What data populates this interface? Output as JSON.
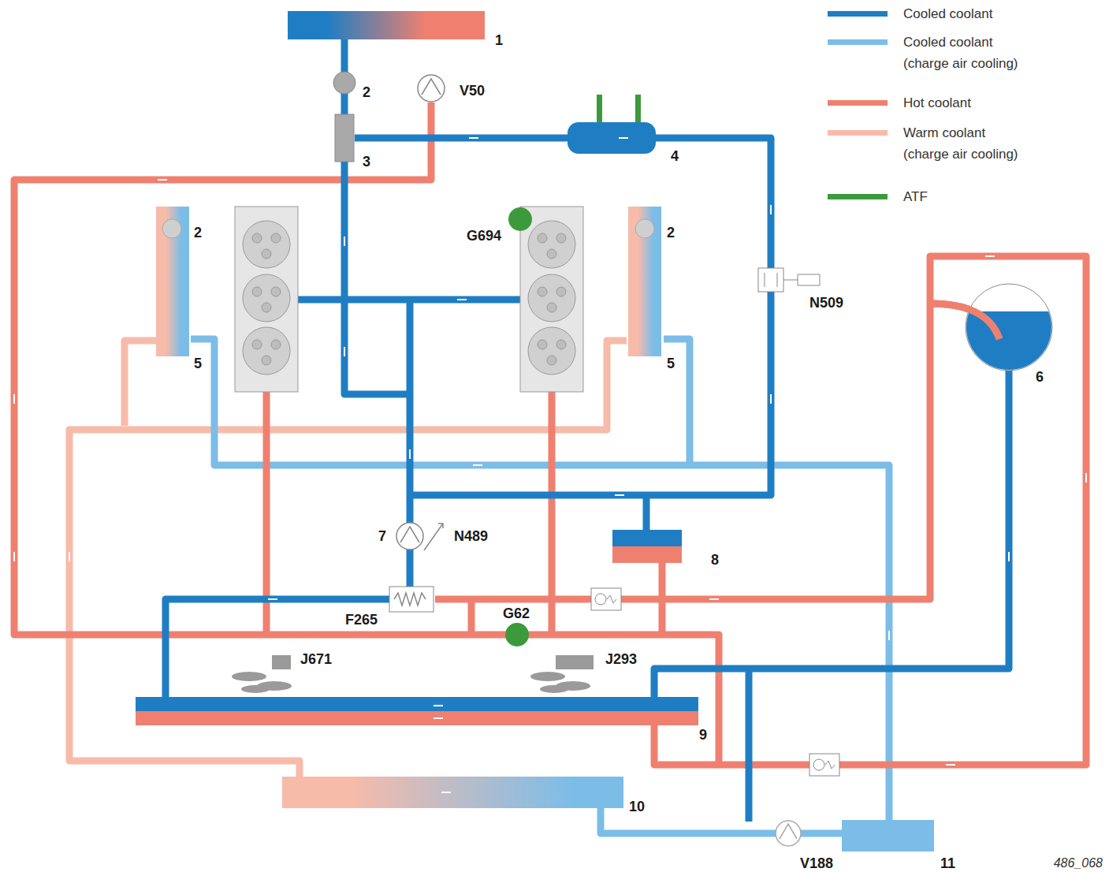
{
  "diagram": {
    "labels": [
      "1",
      "2",
      "V50",
      "3",
      "4",
      "2",
      "G694",
      "2",
      "N509",
      "5",
      "5",
      "6",
      "7",
      "N489",
      "8",
      "F265",
      "G62",
      "J671",
      "J293",
      "9",
      "10",
      "V188",
      "11",
      "486_068"
    ],
    "legend": [
      {
        "text": "Cooled coolant",
        "color": "#1f7ec3"
      },
      {
        "text": "Cooled coolant (charge air cooling)",
        "color": "#7cbde8"
      },
      {
        "text": "Hot coolant",
        "color": "#ef8070"
      },
      {
        "text": "Warm coolant (charge air cooling)",
        "color": "#f7bbaa"
      },
      {
        "text": "ATF",
        "color": "#3c9a3c"
      }
    ]
  }
}
